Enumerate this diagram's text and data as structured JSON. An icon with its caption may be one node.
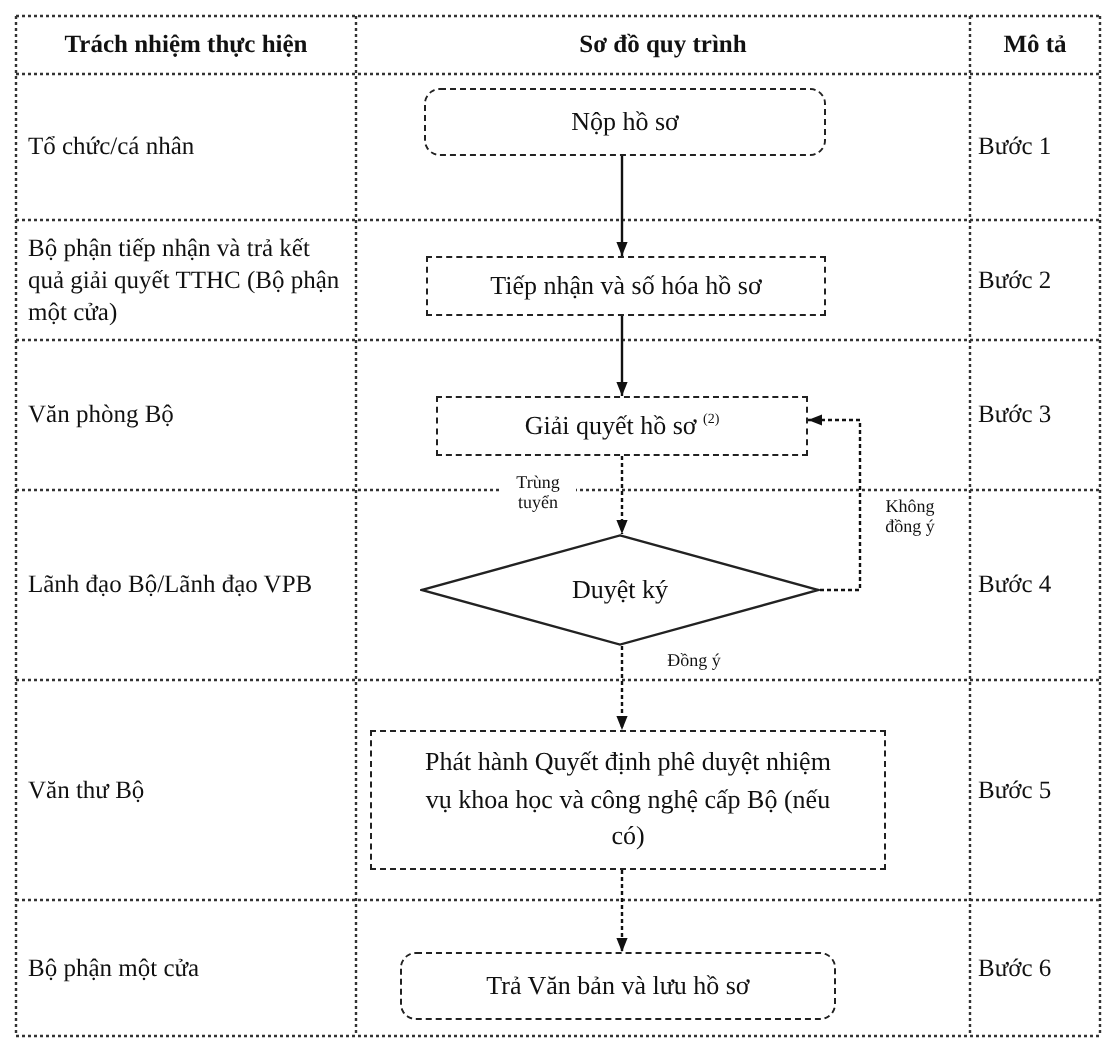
{
  "diagram": {
    "nodes": [
      {
        "text": [
          "Nộp hồ sơ"
        ]
      },
      {
        "text": [
          "Tiếp nhận và số hóa hồ sơ"
        ]
      },
      {
        "text": [
          "Giải quyết hồ sơ $^{(2)}$"
        ]
      },
      {
        "text": [
          "Duyệt ký"
        ]
      },
      {
        "text": [
          "Phát hành Quyết định phê duyệt nhiệm vụ khoa học và công nghệ cấp Bộ (nếu có)"
        ]
      },
      {
        "text": [
          "Trả Văn bản và lưu hồ sơ"
        ]
      }
    ],
    "edges": [
      {
        "from": 0,
        "to": 1,
        "arrow": "to"
      },
      {
        "from": 1,
        "to": 2,
        "arrow": "to"
      },
      {
        "from": 2,
        "to": 3,
        "arrow": "to",
        "label": "Trùng tuyển",
        "style": "dashed"
      },
      {
        "from": 3,
        "to": 2,
        "arrow": "to",
        "label": "Không đồng ý",
        "style": "dashed"
      },
      {
        "from": 3,
        "to": 4,
        "arrow": "to",
        "label": "Đồng ý",
        "style": "dashed"
      },
      {
        "from": 4,
        "to": 5,
        "arrow": "to",
        "style": "dashed"
      }
    ],
    "labels": [
      "Trách nhiệm thực hiện",
      "Sơ đồ quy trình",
      "Mô tả",
      "Tổ chức/cá nhân",
      "Bước 1",
      "Bộ phận tiếp nhận và trả kết quả giải quyết TTHC (Bộ phận một cửa)",
      "Bước 2",
      "Văn phòng Bộ",
      "Bước 3",
      "Lãnh đạo Bộ/Lãnh đạo VPB",
      "Bước 4",
      "Văn thư Bộ",
      "Bước 5",
      "Bộ phận một cửa",
      "Bước 6"
    ]
  }
}
